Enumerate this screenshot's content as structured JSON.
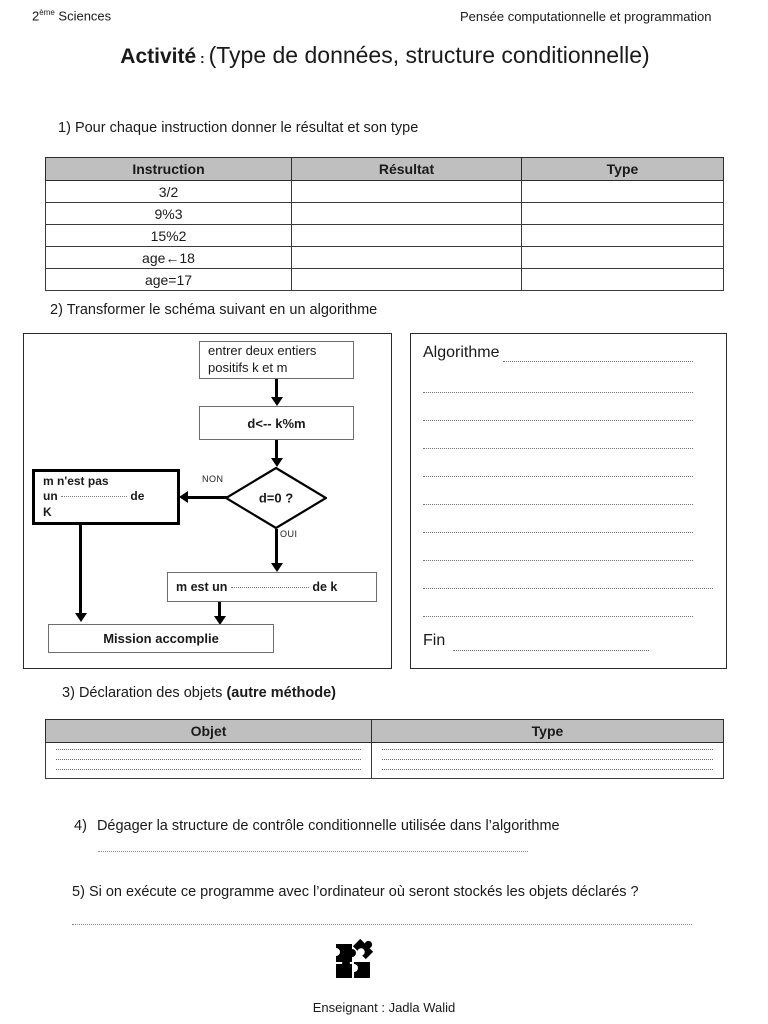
{
  "header": {
    "left_level": "2",
    "left_level_sup": "ème",
    "left_subject": " Sciences",
    "right": "Pensée computationnelle et programmation"
  },
  "title": {
    "strong": "Activité",
    "colon": " : ",
    "rest": "(Type de données, structure conditionnelle)"
  },
  "questions": {
    "q1": {
      "num": "1)",
      "text": "Pour chaque instruction donner le résultat et son type"
    },
    "q2": {
      "num": "2)",
      "text": "Transformer le schéma suivant en un algorithme"
    },
    "q3": {
      "num": "3)",
      "text": "Déclaration des objets ",
      "bold": "(autre méthode)"
    },
    "q4": {
      "num": "4)",
      "text": "Dégager la structure de contrôle conditionnelle utilisée dans l’algorithme"
    },
    "q5": {
      "num": "5)",
      "text": "Si on exécute ce programme avec l’ordinateur où seront stockés les objets déclarés ?"
    }
  },
  "table_instructions": {
    "headers": [
      "Instruction",
      "Résultat",
      "Type"
    ],
    "rows": [
      [
        "3/2",
        "",
        ""
      ],
      [
        "9%3",
        "",
        ""
      ],
      [
        "15%2",
        "",
        ""
      ],
      [
        "age←18",
        "",
        ""
      ],
      [
        "age=17",
        "",
        ""
      ]
    ]
  },
  "table_objects": {
    "headers": [
      "Objet",
      "Type"
    ],
    "row_line_count": 3
  },
  "flowchart": {
    "node_input": "entrer deux entiers\npositifs k et m",
    "node_assign": "d<-- k%m",
    "node_decision": "d=0 ?",
    "branch_no": "NON",
    "branch_yes": "OUI",
    "node_not_divisor_l1": "m n'est pas",
    "node_not_divisor_l2_a": "un",
    "node_not_divisor_l2_b": "de",
    "node_not_divisor_l3": "K",
    "node_is_divisor_a": "m est un",
    "node_is_divisor_b": "de k",
    "node_end": "Mission accomplie"
  },
  "algorithme_panel": {
    "start_label": "Algorithme",
    "end_label": "Fin",
    "blank_line_count": 9
  },
  "footer": {
    "logo": "puzzle-icon",
    "text": "Enseignant : Jadla Walid"
  },
  "colors": {
    "header_fill": "#bfbfbf",
    "border": "#2b2b2b",
    "text": "#1a1a1a"
  }
}
